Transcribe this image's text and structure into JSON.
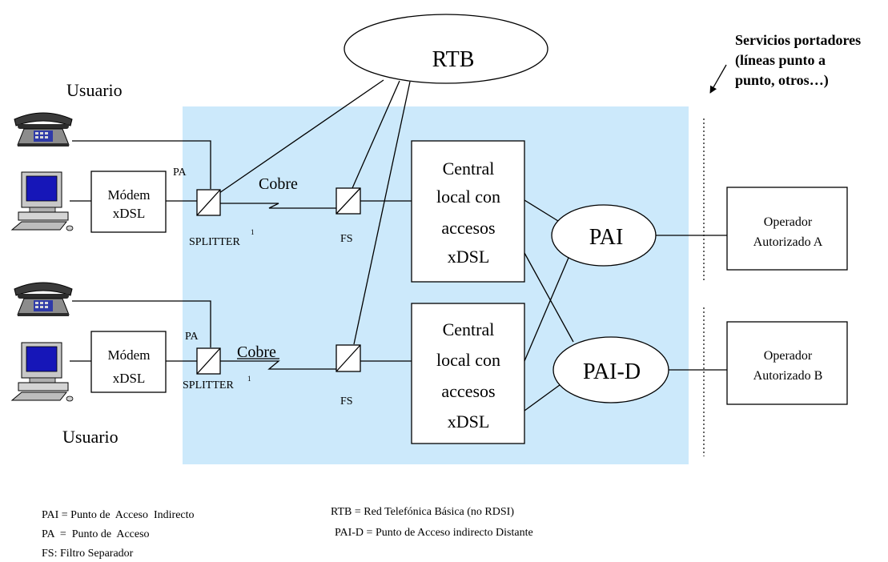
{
  "colors": {
    "access_zone": "#cce9fb",
    "stroke": "#000000",
    "box_fill": "#ffffff"
  },
  "icons": {
    "telephone": "telephone-icon",
    "computer": "computer-icon"
  },
  "rtb": {
    "label": "RTB"
  },
  "servicios": {
    "line1": "Servicios portadores",
    "line2": "(líneas punto a",
    "line3": "punto, otros…)"
  },
  "user_top": {
    "label": "Usuario",
    "modem_line1": "Módem",
    "modem_line2": "xDSL",
    "pa": "PA",
    "splitter": "SPLITTER",
    "splitter_sup": "1",
    "cobre": "Cobre",
    "fs": "FS"
  },
  "user_bottom": {
    "label": "Usuario",
    "modem_line1": "Módem",
    "modem_line2": "xDSL",
    "pa": "PA",
    "splitter": "SPLITTER",
    "splitter_sup": "1",
    "cobre": "Cobre",
    "fs": "FS"
  },
  "central_top": {
    "line1": "Central",
    "line2": "local con",
    "line3": "accesos",
    "line4": "xDSL"
  },
  "central_bottom": {
    "line1": "Central",
    "line2": "local con",
    "line3": "accesos",
    "line4": "xDSL"
  },
  "pai": {
    "label": "PAI"
  },
  "pai_d": {
    "label": "PAI-D"
  },
  "operator_a": {
    "line1": "Operador",
    "line2": "Autorizado A"
  },
  "operator_b": {
    "line1": "Operador",
    "line2": "Autorizado B"
  },
  "legend": {
    "pai": "PAI = Punto de  Acceso  Indirecto",
    "pa": "PA  =  Punto de  Acceso",
    "fs": "FS: Filtro Separador",
    "rtb": "RTB = Red Telefónica Básica (no RDSI)",
    "pai_d": "PAI-D = Punto de Acceso indirecto Distante"
  }
}
